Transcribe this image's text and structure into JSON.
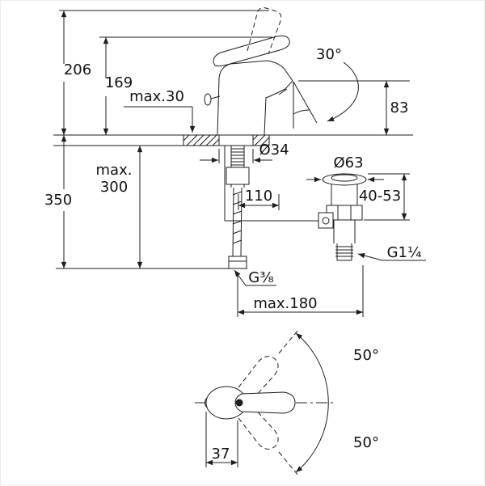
{
  "drawing": {
    "title": "single-lever-basin-mixer-dimension-drawing",
    "labels": {
      "h206": "206",
      "h169": "169",
      "max30": "max.30",
      "d350": "350",
      "max300a": "max.",
      "max300b": "300",
      "angle30": "30°",
      "h83": "83",
      "dia34": "Ø34",
      "dia63": "Ø63",
      "w110": "110",
      "clamp": "40-53",
      "g114": "G1¹⁄₄",
      "g38": "G³⁄₈",
      "max180": "max.180",
      "swivel_up": "50°",
      "swivel_down": "50°",
      "w37": "37"
    }
  }
}
